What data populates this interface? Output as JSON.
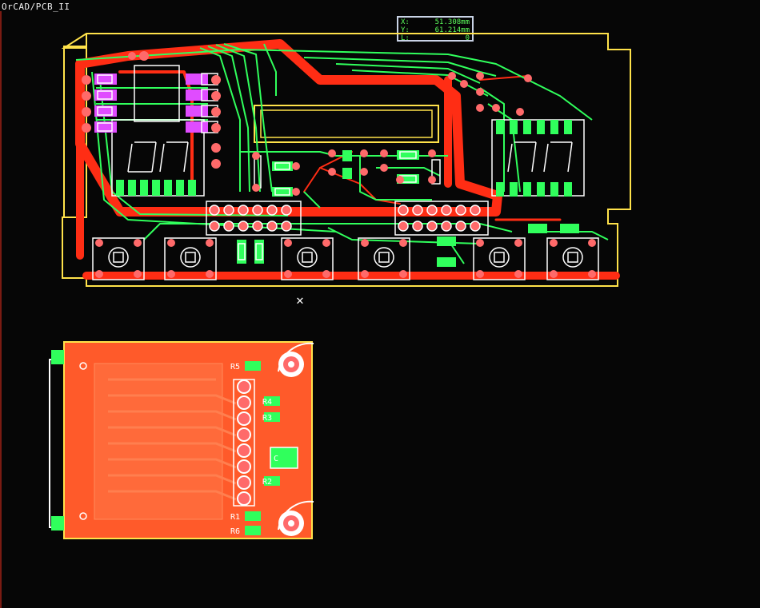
{
  "app": {
    "title": "OrCAD/PCB_II"
  },
  "coordinates": {
    "x": {
      "label": "X:",
      "value": "51.308mm"
    },
    "y": {
      "label": "Y:",
      "value": "61.214mm"
    },
    "l": {
      "label": "L:",
      "value": "0"
    }
  },
  "cursor": {
    "glyph": "✕"
  },
  "lower_board": {
    "refs": [
      "R5",
      "R4",
      "R3",
      "C",
      "R2",
      "R1",
      "R6"
    ]
  },
  "colors": {
    "background": "#060606",
    "outline": "#ffe24a",
    "top_copper": "#30ff5c",
    "bottom_copper": "#ff2d14",
    "pad": "#ff6a6a",
    "silkscreen": "#ffffff",
    "copper_pour": "#ff5a2a"
  }
}
